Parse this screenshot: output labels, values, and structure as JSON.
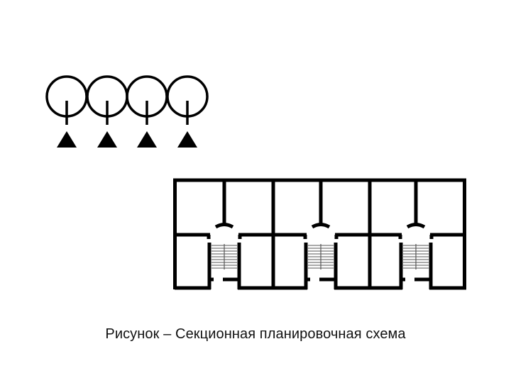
{
  "figure": {
    "caption": "Рисунок – Секционная планировочная схема",
    "colors": {
      "stroke": "#000000",
      "background": "#ffffff",
      "stair": "#777777"
    }
  },
  "legend_symbols": {
    "count": 4,
    "items": [
      {
        "symbol": "circle-with-stem",
        "marker": "triangle"
      },
      {
        "symbol": "circle-with-stem",
        "marker": "triangle"
      },
      {
        "symbol": "circle-with-stem",
        "marker": "triangle"
      },
      {
        "symbol": "circle-with-stem",
        "marker": "triangle"
      }
    ]
  },
  "floor_plan": {
    "type": "sectional building plan",
    "sections": 3,
    "units_per_section": 4,
    "stairwells": 3
  }
}
